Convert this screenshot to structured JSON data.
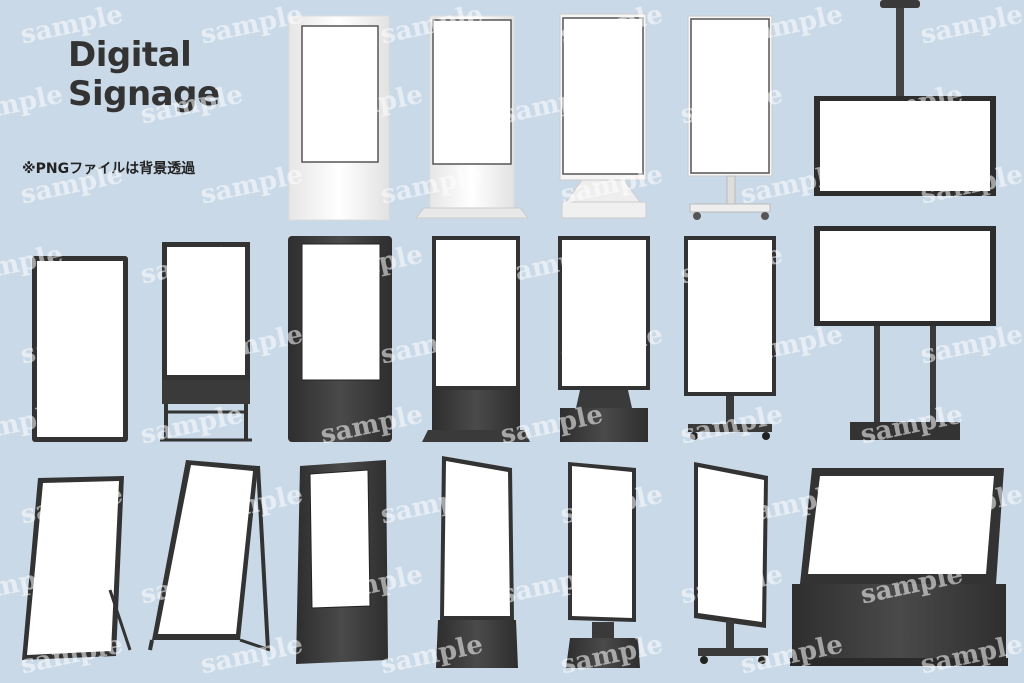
{
  "title": {
    "line1": "Digital",
    "line2": "Signage"
  },
  "note": "※PNGファイルは背景透過",
  "watermark_text": "sample",
  "colors": {
    "background": "#c9d9e7",
    "body_dark": "#3a3a3a",
    "body_light": "#f4f4f4",
    "screen": "#ffffff"
  }
}
